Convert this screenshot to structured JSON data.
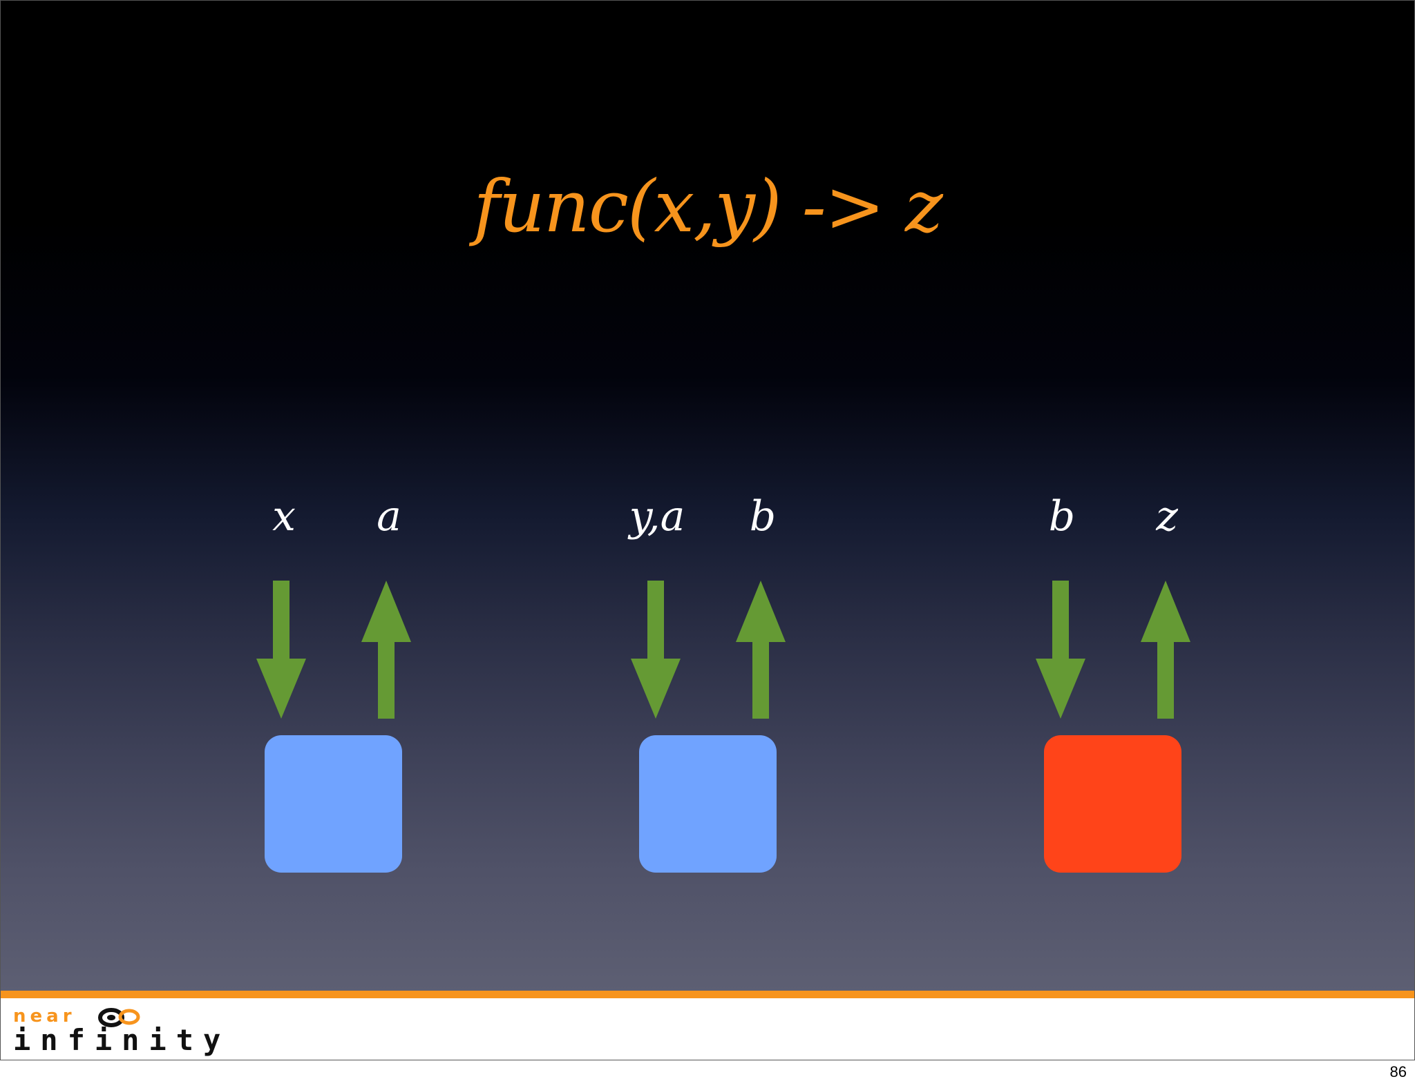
{
  "slide": {
    "title": "func(x,y) -> z",
    "page_number": "86"
  },
  "colors": {
    "title": "#f7941d",
    "arrow": "#659a34",
    "box_default": "#70a3ff",
    "box_highlight": "#ff4419",
    "footer_band": "#f7941d"
  },
  "stages": [
    {
      "input_label": "x",
      "output_label": "a",
      "box_color": "#70a3ff",
      "highlighted": false
    },
    {
      "input_label": "y,a",
      "output_label": "b",
      "box_color": "#70a3ff",
      "highlighted": false
    },
    {
      "input_label": "b",
      "output_label": "z",
      "box_color": "#ff4419",
      "highlighted": true
    }
  ],
  "logo": {
    "line1": "near",
    "line2": "infinity"
  }
}
